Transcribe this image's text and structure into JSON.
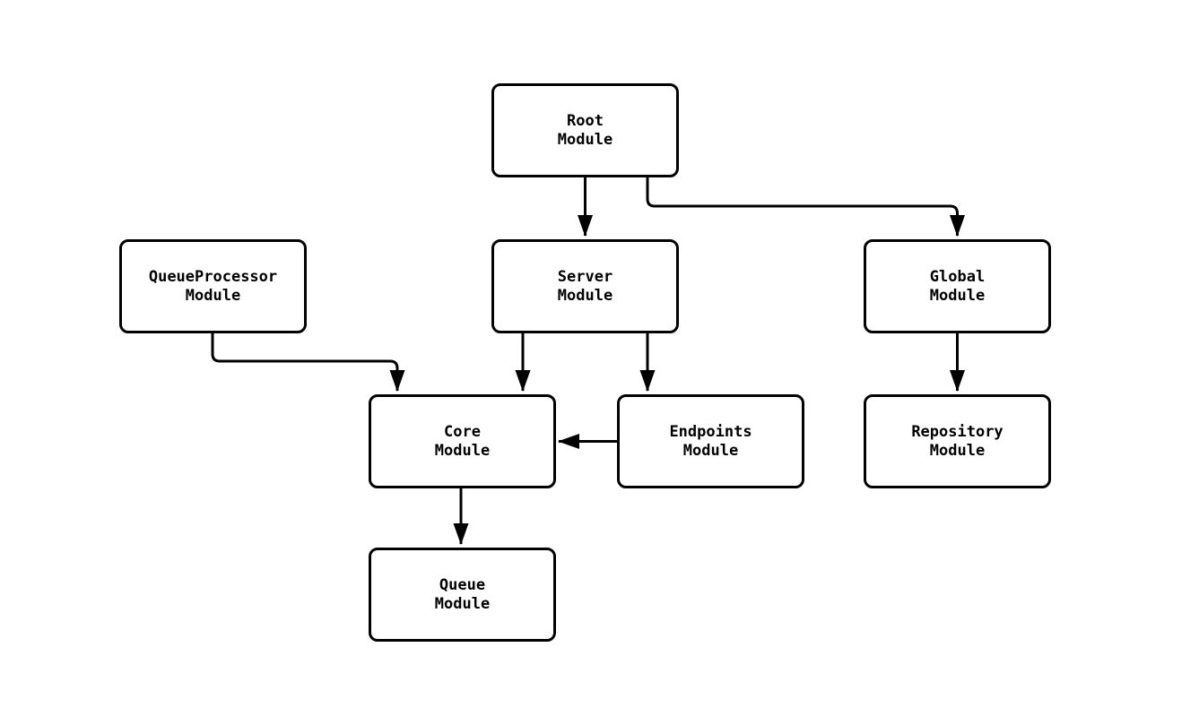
{
  "diagram": {
    "background_color": "#ffffff",
    "line_color": "#000000",
    "node_fill_color": "#ffffff",
    "text_color": "#000000"
  },
  "nodes": {
    "root": {
      "line1": "Root",
      "line2": "Module"
    },
    "queue_processor": {
      "line1": "QueueProcessor",
      "line2": "Module"
    },
    "server": {
      "line1": "Server",
      "line2": "Module"
    },
    "global": {
      "line1": "Global",
      "line2": "Module"
    },
    "core": {
      "line1": "Core",
      "line2": "Module"
    },
    "endpoints": {
      "line1": "Endpoints",
      "line2": "Module"
    },
    "repository": {
      "line1": "Repository",
      "line2": "Module"
    },
    "queue": {
      "line1": "Queue",
      "line2": "Module"
    }
  },
  "edges": [
    {
      "from": "Root Module",
      "to": "Server Module"
    },
    {
      "from": "Root Module",
      "to": "Global Module"
    },
    {
      "from": "QueueProcessor Module",
      "to": "Core Module"
    },
    {
      "from": "Server Module",
      "to": "Core Module"
    },
    {
      "from": "Server Module",
      "to": "Endpoints Module"
    },
    {
      "from": "Endpoints Module",
      "to": "Core Module"
    },
    {
      "from": "Global Module",
      "to": "Repository Module"
    },
    {
      "from": "Core Module",
      "to": "Queue Module"
    }
  ]
}
